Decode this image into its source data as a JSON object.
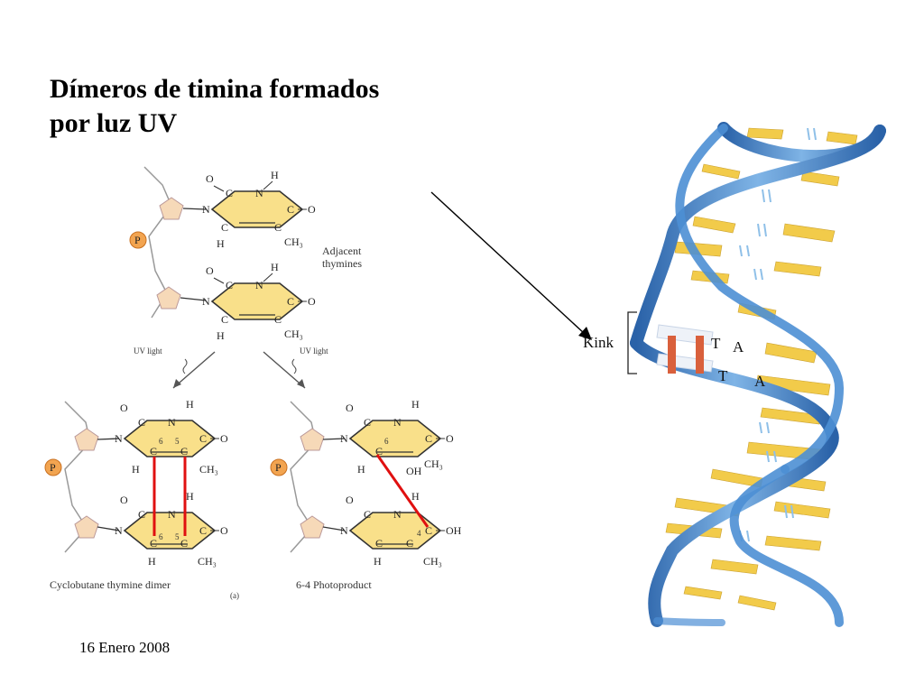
{
  "title": {
    "line1": "Dímeros de timina formados",
    "line2": "por luz UV"
  },
  "footer_date": "16 Enero 2008",
  "chem": {
    "atoms": {
      "oxygen": "O",
      "carbon": "C",
      "nitrogen": "N",
      "hydrogen": "H",
      "methyl": "CH₃",
      "hydroxyl": "OH",
      "phosphate": "P",
      "pos6": "6",
      "pos5": "5",
      "pos4": "4"
    },
    "adjacent_label_1": "Adjacent",
    "adjacent_label_2": "thymines",
    "uv_light_left": "UV light",
    "uv_light_right": "UV light",
    "cyclobutane_label": "Cyclobutane thymine dimer",
    "panel_label": "(a)",
    "photoproduct_label": "6-4 Photoproduct"
  },
  "dna": {
    "kink_label": "Kink",
    "base_T1": "T",
    "base_A1": "A",
    "base_T2": "T",
    "base_A2": "A"
  },
  "colors": {
    "ring_fill": "#f9e08a",
    "sugar_fill": "#f6d9b8",
    "phosphate_fill": "#f2a450",
    "crosslink": "#e01010",
    "helix_blue": "#3d7fc8",
    "base_yellow": "#f2cb4a",
    "kink_red": "#d9603c"
  }
}
